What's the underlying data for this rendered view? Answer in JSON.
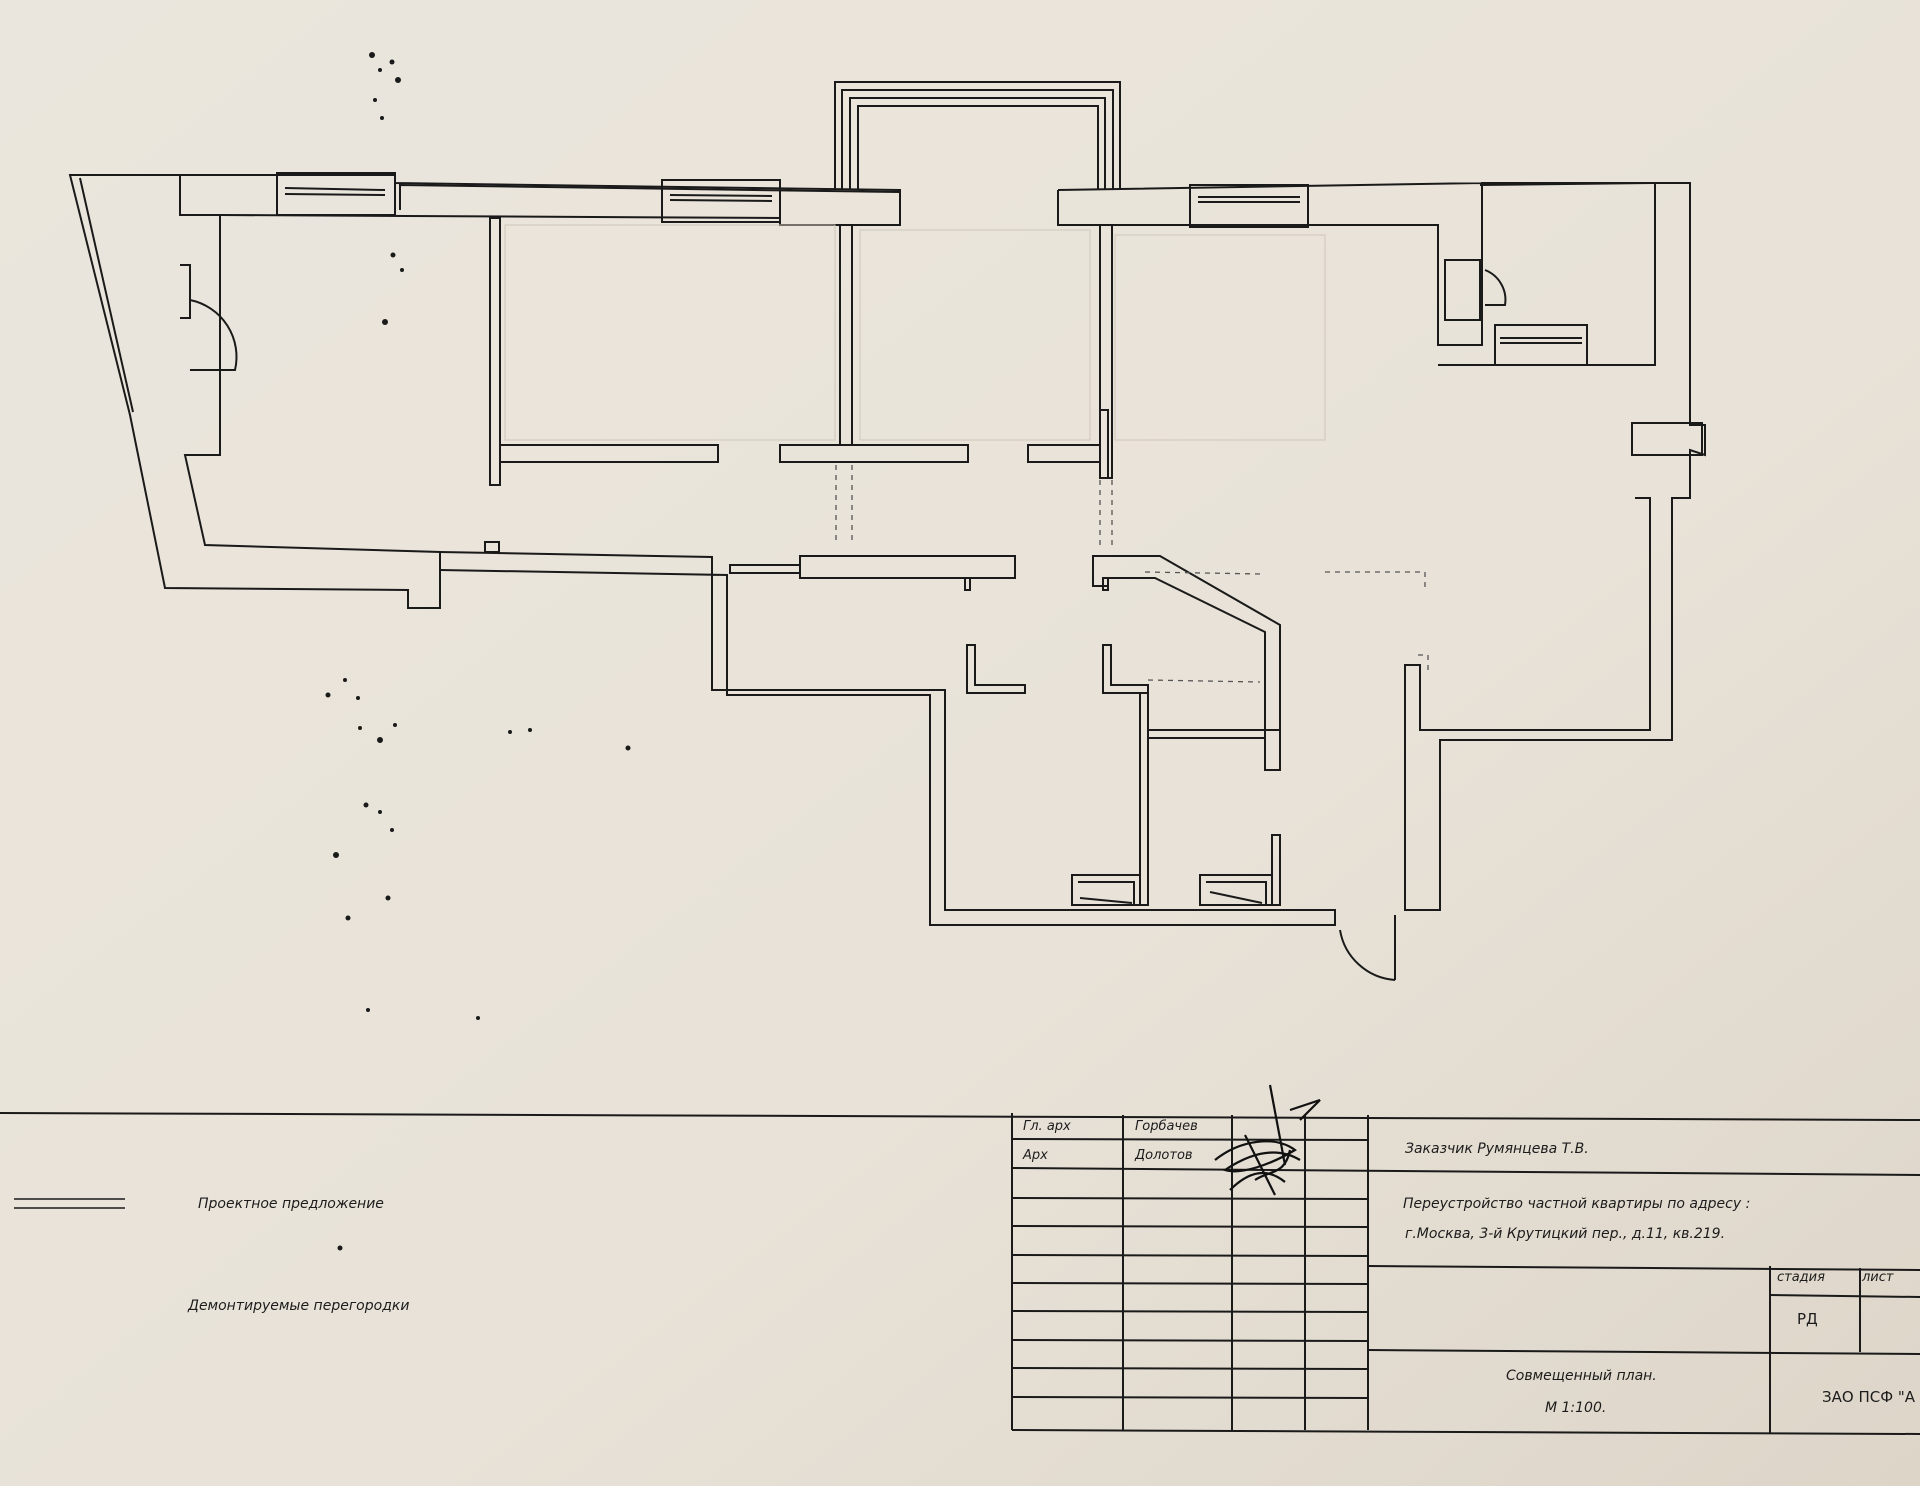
{
  "legend": {
    "items": [
      {
        "label": "Проектное предложение"
      },
      {
        "label": "Демонтируемые перегородки"
      }
    ]
  },
  "title_block": {
    "roles": [
      {
        "role": "Гл. арх",
        "name": "Горбачев"
      },
      {
        "role": "Арх",
        "name": "Долотов"
      }
    ],
    "customer": "Заказчик  Румянцева Т.В.",
    "project_line1": "Переустройство частной квартиры  по адресу :",
    "project_line2": "г.Москва, 3-й Крутицкий пер., д.11, кв.219.",
    "drawing_title": "Совмещенный план.",
    "scale": "М 1:100.",
    "stage_header": "стадия",
    "sheet_header": "лист",
    "stage_value": "РД",
    "company": "ЗАО ПСФ \"А"
  }
}
